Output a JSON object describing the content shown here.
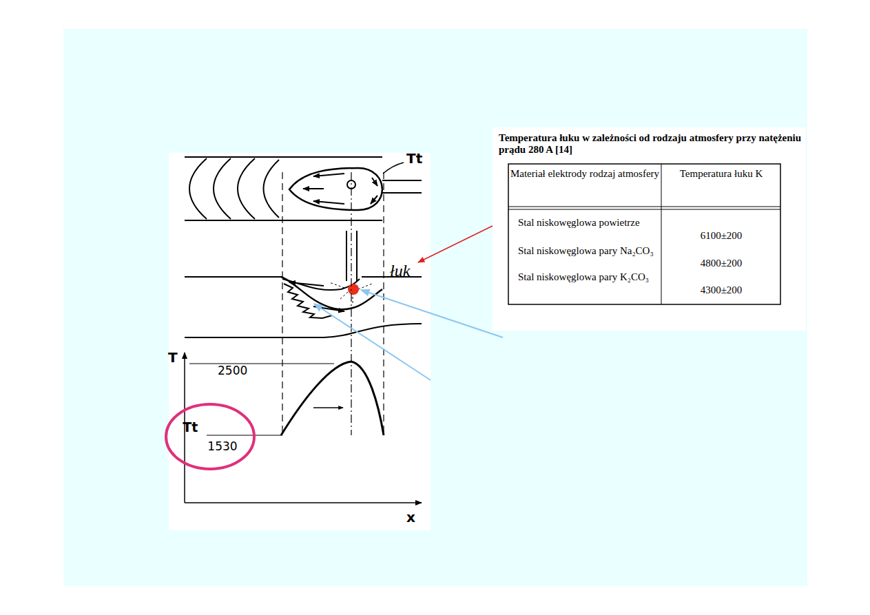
{
  "diagram": {
    "nodes": [
      {
        "text": [
          "Tt",
          "1530"
        ]
      }
    ],
    "labels": [
      "Tt",
      "łuk",
      "T",
      "2500",
      "x",
      "Temperatura łuku w zależności od rodzaju atmosfery przy natężeniu prądu 280 A [14]",
      "Materiał elektrody rodzaj atmosfery",
      "Temperatura łuku K",
      "Stal niskowęglowa powietrze",
      "6100±200",
      "Stal niskowęglowa pary Na₂CO₃",
      "4800±200",
      "Stal niskowęglowa pary K₂CO₃",
      "4300±200"
    ]
  }
}
